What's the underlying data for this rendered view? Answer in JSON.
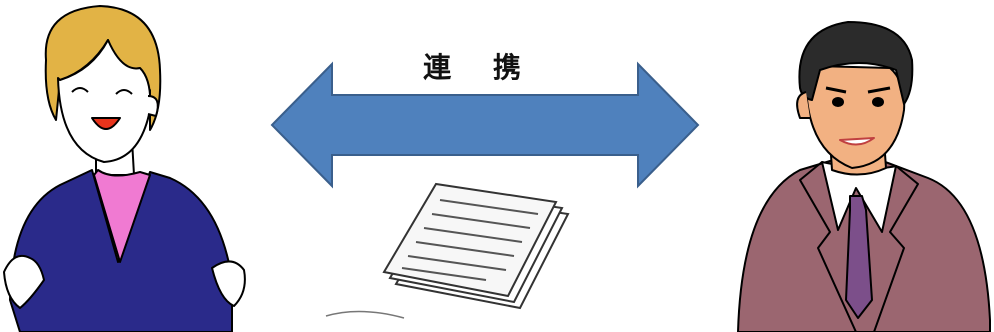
{
  "label": {
    "text": "連 携"
  },
  "colors": {
    "arrow": "#4f81bd",
    "arrow_stroke": "#3a5f8c",
    "woman_jacket": "#2a2a8a",
    "woman_shirt": "#f07ad2",
    "woman_hair": "#e2b345",
    "man_suit": "#9b6670",
    "man_tie": "#7c4f8a",
    "man_skin": "#f2b182"
  },
  "icons": {
    "left": "smiling-woman-illustration",
    "right": "businessman-illustration",
    "center": "document-stack-icon"
  }
}
